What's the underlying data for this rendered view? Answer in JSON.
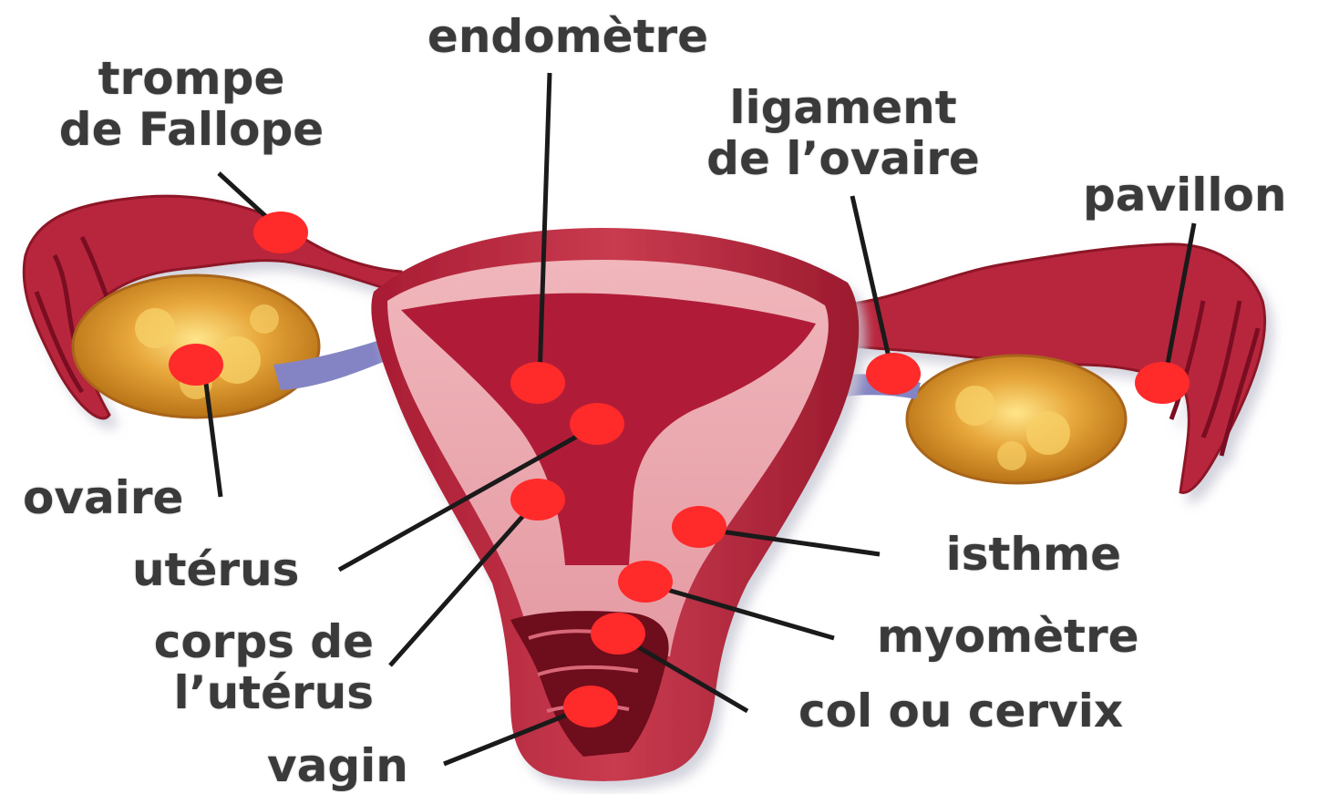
{
  "labels": {
    "endometre": "endomètre",
    "trompe_line1": "trompe",
    "trompe_line2": "de Fallope",
    "ligament_line1": "ligament",
    "ligament_line2": "de l’ovaire",
    "pavillon": "pavillon",
    "ovaire": "ovaire",
    "uterus": "utérus",
    "isthme": "isthme",
    "corps_line1": "corps de",
    "corps_line2": "l’utérus",
    "myometre": "myomètre",
    "col": "col ou cervix",
    "vagin": "vagin"
  },
  "colors": {
    "tissue": "#b8283e",
    "tissue_dark": "#8e1628",
    "tissue_light": "#e88a96",
    "inner_pink": "#eba8ae",
    "ovary": "#e0a030",
    "ligament": "#7f7fc0",
    "marker": "#ff2a2a",
    "leader": "#1a1a1a"
  }
}
